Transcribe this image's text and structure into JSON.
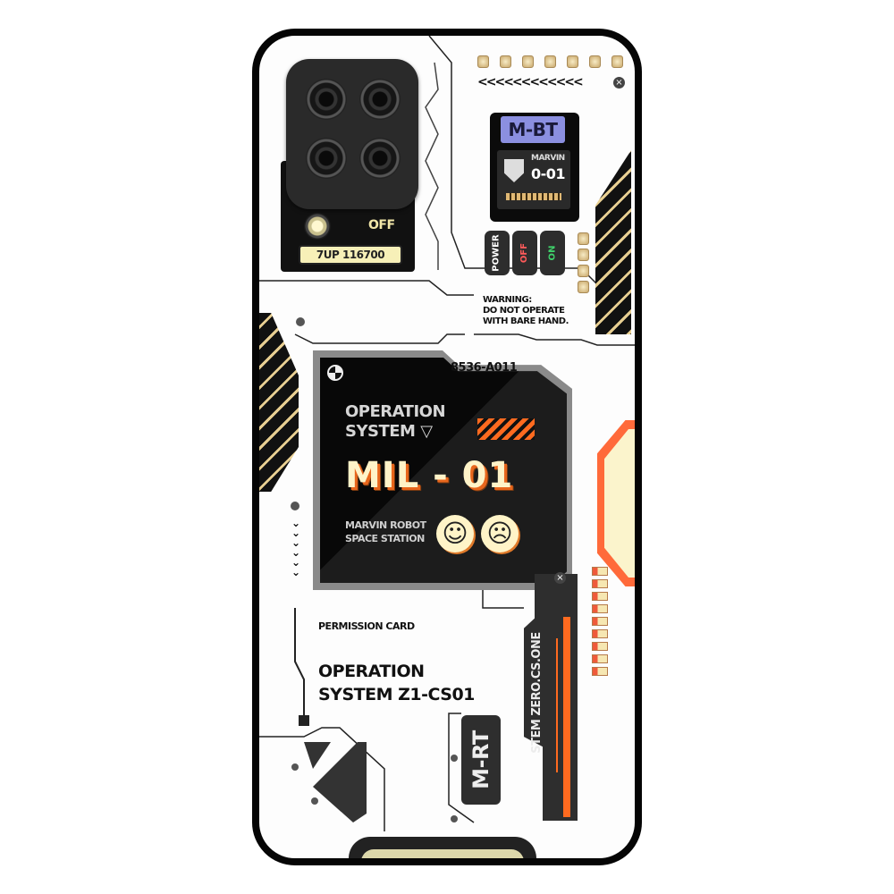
{
  "product": "phone case back cover",
  "camera": {
    "lcd_readout": "7UP 116700",
    "switch_label": "OFF"
  },
  "badge_card": {
    "title": "M-BT",
    "name": "MARVIN",
    "code": "0-01"
  },
  "switches": [
    {
      "label": "POWER",
      "color": "#ffffff"
    },
    {
      "label": "OFF",
      "color": "#ff5a5a"
    },
    {
      "label": "ON",
      "color": "#3fd06a"
    }
  ],
  "warning": {
    "line1": "WARNING:",
    "line2": "DO NOT OPERATE",
    "line3": "WITH BARE HAND."
  },
  "main_panel": {
    "serial": "8536-A011",
    "title_line1": "OPERATION",
    "title_line2": "SYSTEM",
    "model": "MIL - 01",
    "subtitle_line1": "MARVIN ROBOT",
    "subtitle_line2": "SPACE STATION",
    "happy_face": "☺",
    "sad_face": "☹"
  },
  "permission": {
    "label": "PERMISSION CARD",
    "line1": "OPERATION",
    "line2": "SYSTEM Z1-CS01"
  },
  "side_labels": {
    "vertical_text": "STEM ZERO.CS.ONE",
    "mrt": "M-RT"
  },
  "decor": {
    "chevrons_row": "<<<<<<<<<<<<",
    "chevrons_col": "⌄"
  },
  "colors": {
    "accent_orange": "#ff6a1f",
    "cream": "#fff3c8",
    "lavender": "#8b8fe0",
    "dark": "#2e2e2e"
  }
}
